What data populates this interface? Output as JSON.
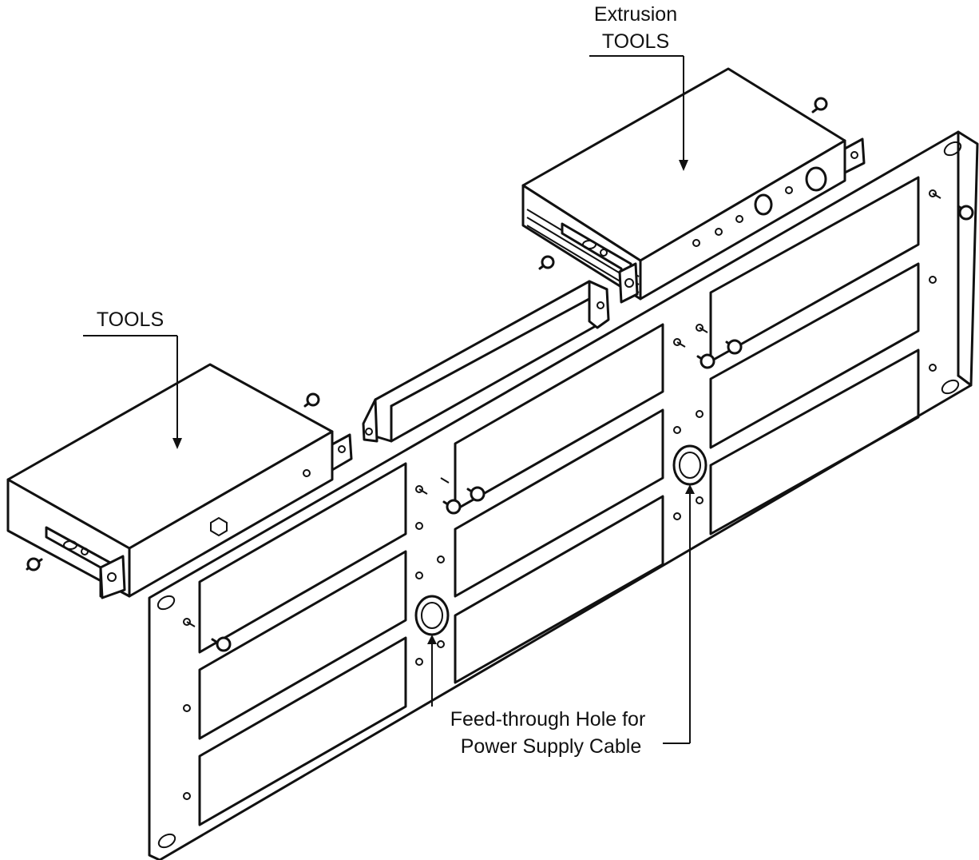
{
  "labels": {
    "extrusion_line1": "Extrusion",
    "extrusion_line2": "TOOLS",
    "tools": "TOOLS",
    "feed_line1": "Feed-through Hole for",
    "feed_line2": "Power Supply Cable"
  },
  "colors": {
    "line": "#111111",
    "background": "#ffffff"
  }
}
